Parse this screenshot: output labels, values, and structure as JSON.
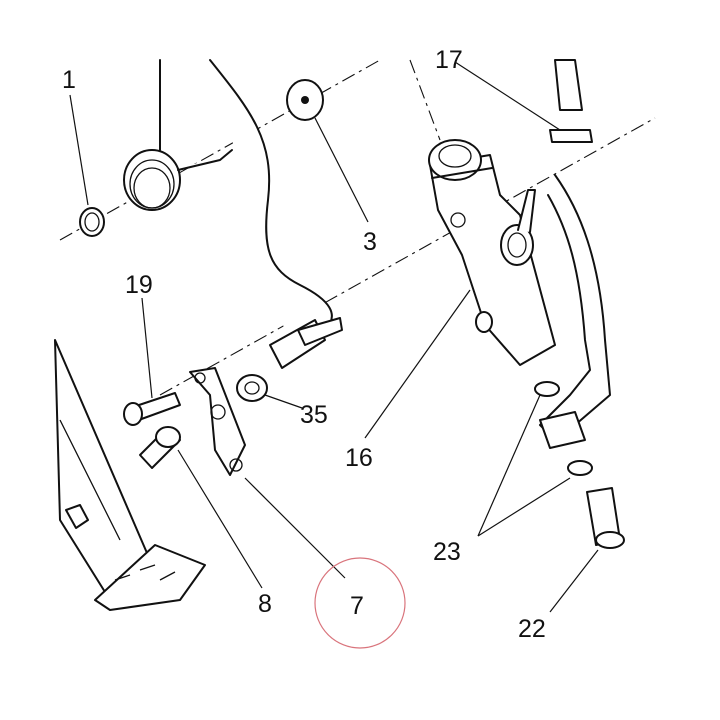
{
  "diagram": {
    "callouts": [
      "1",
      "17",
      "3",
      "19",
      "35",
      "16",
      "23",
      "22",
      "8",
      "7"
    ],
    "highlight_color": "#d9747c"
  }
}
